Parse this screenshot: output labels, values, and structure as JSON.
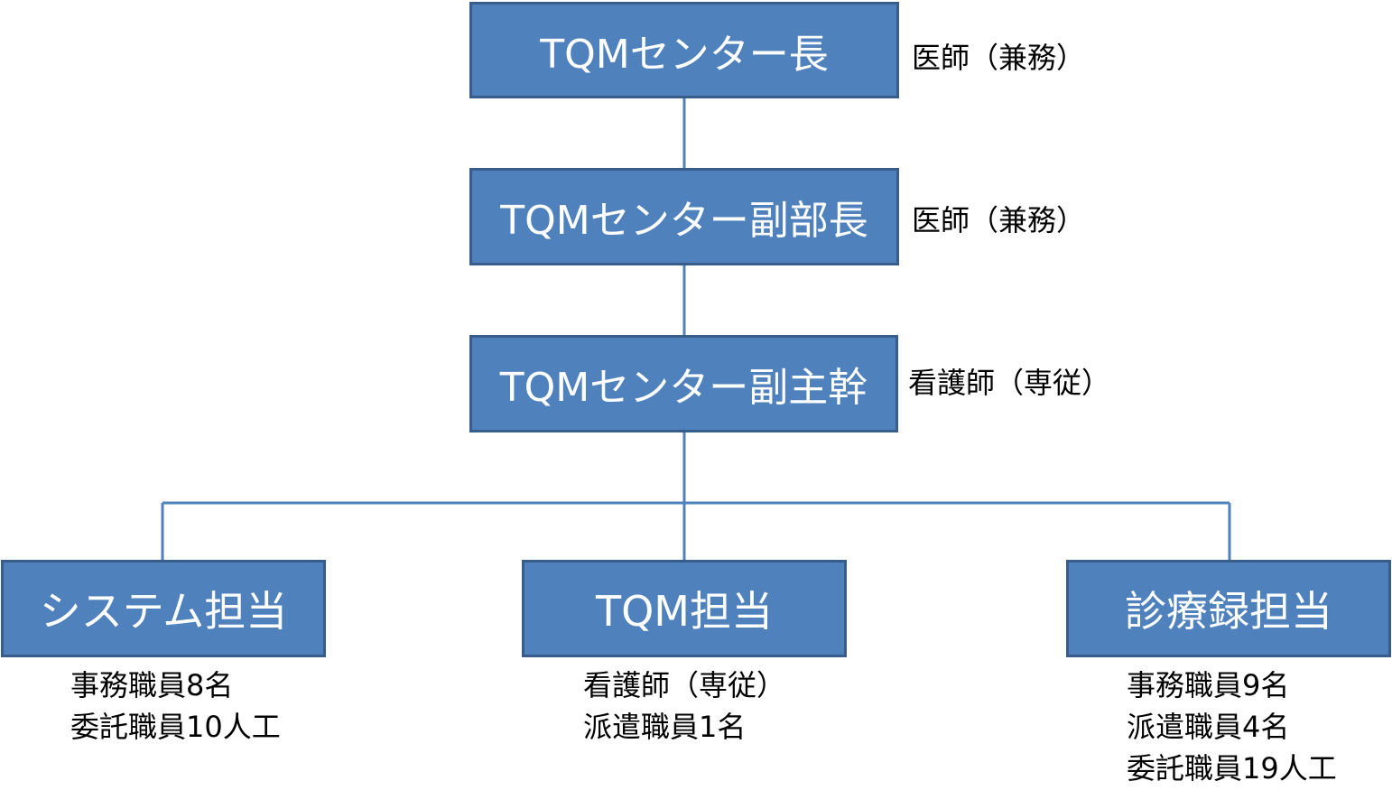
{
  "chief": {
    "title": "TQMセンター長",
    "role": "医師（兼務）"
  },
  "deputy_director": {
    "title": "TQMセンター副部長",
    "role": "医師（兼務）"
  },
  "deputy_manager": {
    "title": "TQMセンター副主幹",
    "role": "看護師（専従）"
  },
  "units": [
    {
      "title": "システム担当",
      "staff": [
        "事務職員8名",
        "委託職員10人工"
      ]
    },
    {
      "title": "TQM担当",
      "staff": [
        "看護師（専従）",
        "派遣職員1名"
      ]
    },
    {
      "title": "診療録担当",
      "staff": [
        "事務職員9名",
        "派遣職員4名",
        "委託職員19人工"
      ]
    }
  ],
  "colors": {
    "box_fill": "#4f81bd",
    "box_border": "#385d8a",
    "connector": "#4f81bd"
  }
}
